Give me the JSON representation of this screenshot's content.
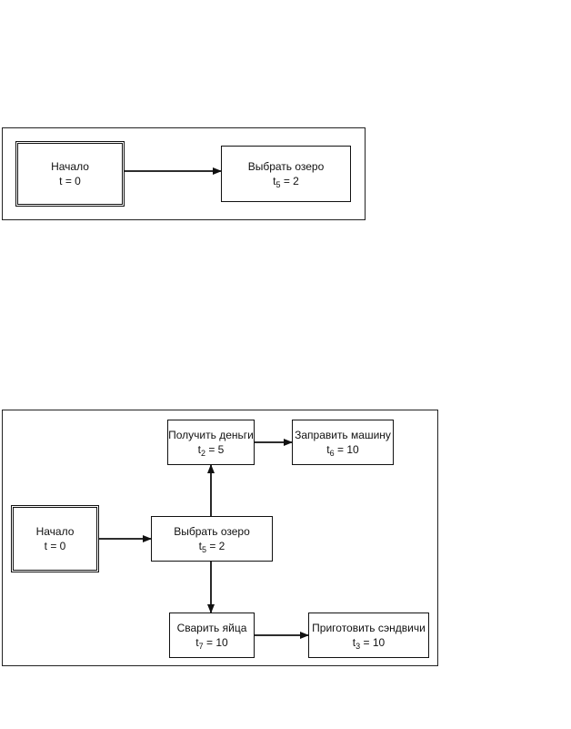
{
  "diagram1": {
    "nodes": {
      "start": {
        "label": "Начало",
        "time": "t = 0"
      },
      "choose_lake": {
        "label": "Выбрать озеро",
        "t_var": "t",
        "t_sub": "5",
        "t_val": " = 2"
      }
    }
  },
  "diagram2": {
    "nodes": {
      "start": {
        "label": "Начало",
        "time": "t = 0"
      },
      "choose_lake": {
        "label": "Выбрать озеро",
        "t_var": "t",
        "t_sub": "5",
        "t_val": " = 2"
      },
      "get_money": {
        "label": "Получить деньги",
        "t_var": "t",
        "t_sub": "2",
        "t_val": " = 5"
      },
      "fuel_car": {
        "label": "Заправить машину",
        "t_var": "t",
        "t_sub": "6",
        "t_val": " = 10"
      },
      "boil_eggs": {
        "label": "Сварить яйца",
        "t_var": "t",
        "t_sub": "7",
        "t_val": " = 10"
      },
      "make_sandwiches": {
        "label": "Приготовить сэндвичи",
        "t_var": "t",
        "t_sub": "3",
        "t_val": " = 10"
      }
    }
  }
}
